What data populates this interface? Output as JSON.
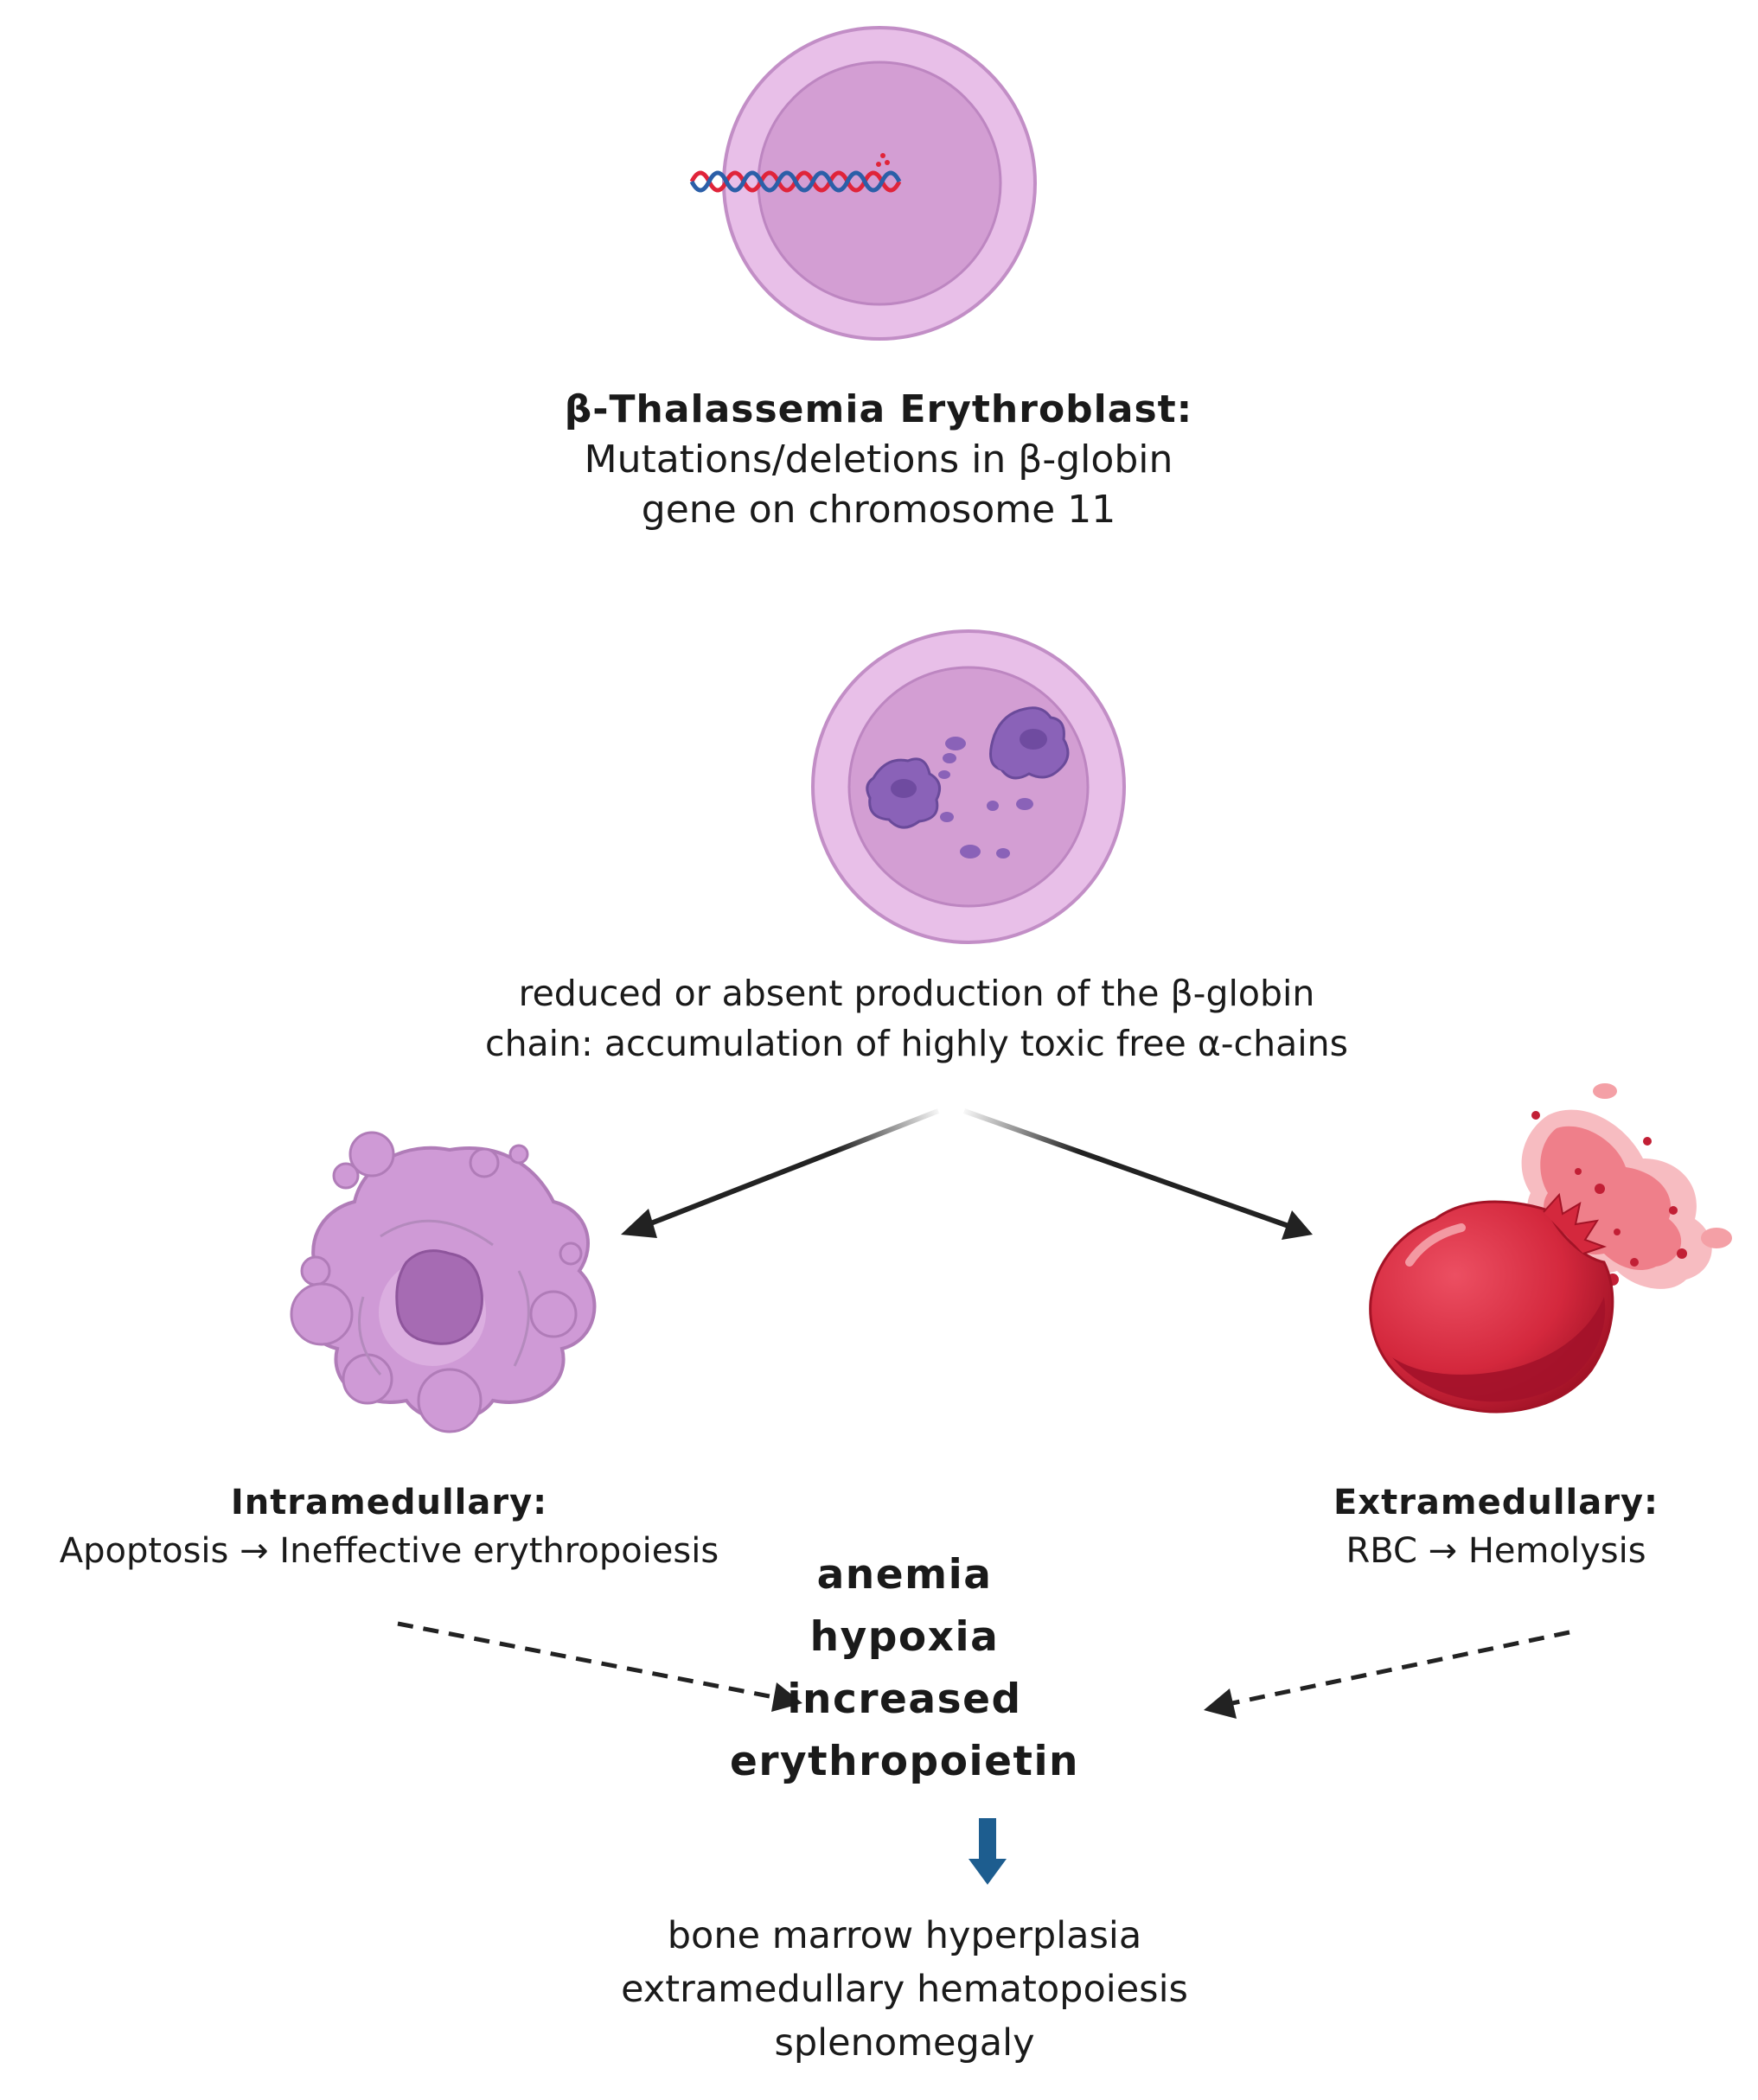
{
  "blast": {
    "title": "β-Thalassemia Erythroblast:",
    "line2": "Mutations/deletions in β-globin",
    "line3": "gene on chromosome 11"
  },
  "alpha": {
    "line1": "reduced or absent production of the β-globin",
    "line2": "chain: accumulation of highly toxic free α-chains"
  },
  "intramedullary": {
    "title": "Intramedullary:",
    "desc": "Apoptosis → Ineffective erythropoiesis"
  },
  "extramedullary": {
    "title": "Extramedullary:",
    "desc": "RBC → Hemolysis"
  },
  "center": {
    "items": [
      "anemia",
      "hypoxia",
      "increased",
      "erythropoietin"
    ]
  },
  "result": {
    "items": [
      "bone marrow hyperplasia",
      "extramedullary hematopoiesis",
      "splenomegaly"
    ]
  },
  "colors": {
    "cell_outer": "#e8bfe8",
    "cell_inner": "#d39ed3",
    "aggregate": "#8a62b8",
    "rbc": "#d4283d",
    "blue_arrow": "#1d5d8f",
    "arrow": "#222222"
  }
}
